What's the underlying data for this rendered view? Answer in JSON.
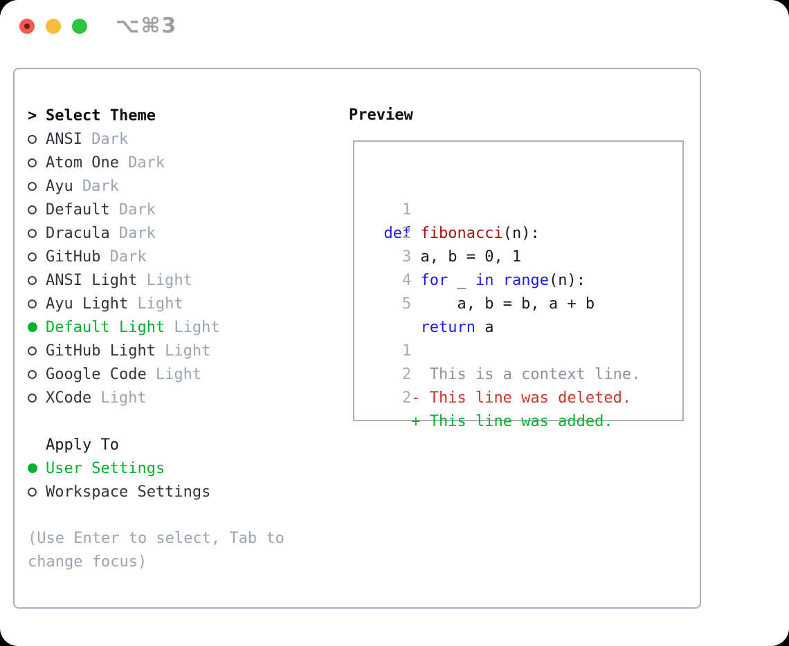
{
  "window": {
    "title": "⌥⌘3"
  },
  "colors": {
    "accent_green": "#00b32e",
    "keyword_blue": "#1b1bee",
    "function_red": "#a31515",
    "deleted_red": "#c9372c",
    "added_green": "#00b52b",
    "muted_gray": "#9aa5b2",
    "context_gray": "#8b939d",
    "line_number_gray": "#a2abb8",
    "text_dark": "#32363c",
    "heading_black": "#0c0d0e",
    "border_gray": "#a9b0bb"
  },
  "theme_selector": {
    "prompt": ">",
    "header": "Select Theme",
    "items": [
      {
        "name": "ANSI",
        "variant": "Dark",
        "selected": false
      },
      {
        "name": "Atom One",
        "variant": "Dark",
        "selected": false
      },
      {
        "name": "Ayu",
        "variant": "Dark",
        "selected": false
      },
      {
        "name": "Default",
        "variant": "Dark",
        "selected": false
      },
      {
        "name": "Dracula",
        "variant": "Dark",
        "selected": false
      },
      {
        "name": "GitHub",
        "variant": "Dark",
        "selected": false
      },
      {
        "name": "ANSI Light",
        "variant": "Light",
        "selected": false
      },
      {
        "name": "Ayu Light",
        "variant": "Light",
        "selected": false
      },
      {
        "name": "Default Light",
        "variant": "Light",
        "selected": true
      },
      {
        "name": "GitHub Light",
        "variant": "Light",
        "selected": false
      },
      {
        "name": "Google Code",
        "variant": "Light",
        "selected": false
      },
      {
        "name": "XCode",
        "variant": "Light",
        "selected": false
      }
    ]
  },
  "apply_to": {
    "header": "Apply To",
    "options": [
      {
        "label": "User Settings",
        "selected": true
      },
      {
        "label": "Workspace Settings",
        "selected": false
      }
    ]
  },
  "help_text": "(Use Enter to select, Tab to change focus)",
  "preview": {
    "header": "Preview",
    "code_lines": [
      {
        "num": "1",
        "segments": [
          {
            "text": "def",
            "cls": "kw"
          },
          {
            "text": " ",
            "cls": "plain"
          },
          {
            "text": "fibonacci",
            "cls": "fn"
          },
          {
            "text": "(n):",
            "cls": "plain"
          }
        ]
      },
      {
        "num": "2",
        "segments": [
          {
            "text": "    a, b = 0, 1",
            "cls": "plain"
          }
        ]
      },
      {
        "num": "3",
        "segments": [
          {
            "text": "    ",
            "cls": "plain"
          },
          {
            "text": "for",
            "cls": "kw"
          },
          {
            "text": " _ ",
            "cls": "plain"
          },
          {
            "text": "in",
            "cls": "kw"
          },
          {
            "text": " ",
            "cls": "plain"
          },
          {
            "text": "range",
            "cls": "kw"
          },
          {
            "text": "(n):",
            "cls": "plain"
          }
        ]
      },
      {
        "num": "4",
        "segments": [
          {
            "text": "        a, b = b, a + b",
            "cls": "plain"
          }
        ]
      },
      {
        "num": "5",
        "segments": [
          {
            "text": "    ",
            "cls": "plain"
          },
          {
            "text": "return",
            "cls": "kw"
          },
          {
            "text": " a",
            "cls": "plain"
          }
        ]
      },
      {
        "num": "",
        "segments": []
      },
      {
        "num": "1",
        "segments": [
          {
            "text": "     This is a context line.",
            "cls": "ctx"
          }
        ]
      },
      {
        "num": "2",
        "segments": [
          {
            "text": "   - This line was deleted.",
            "cls": "del"
          }
        ]
      },
      {
        "num": "2",
        "segments": [
          {
            "text": "   + This line was added.",
            "cls": "add"
          }
        ]
      }
    ]
  }
}
